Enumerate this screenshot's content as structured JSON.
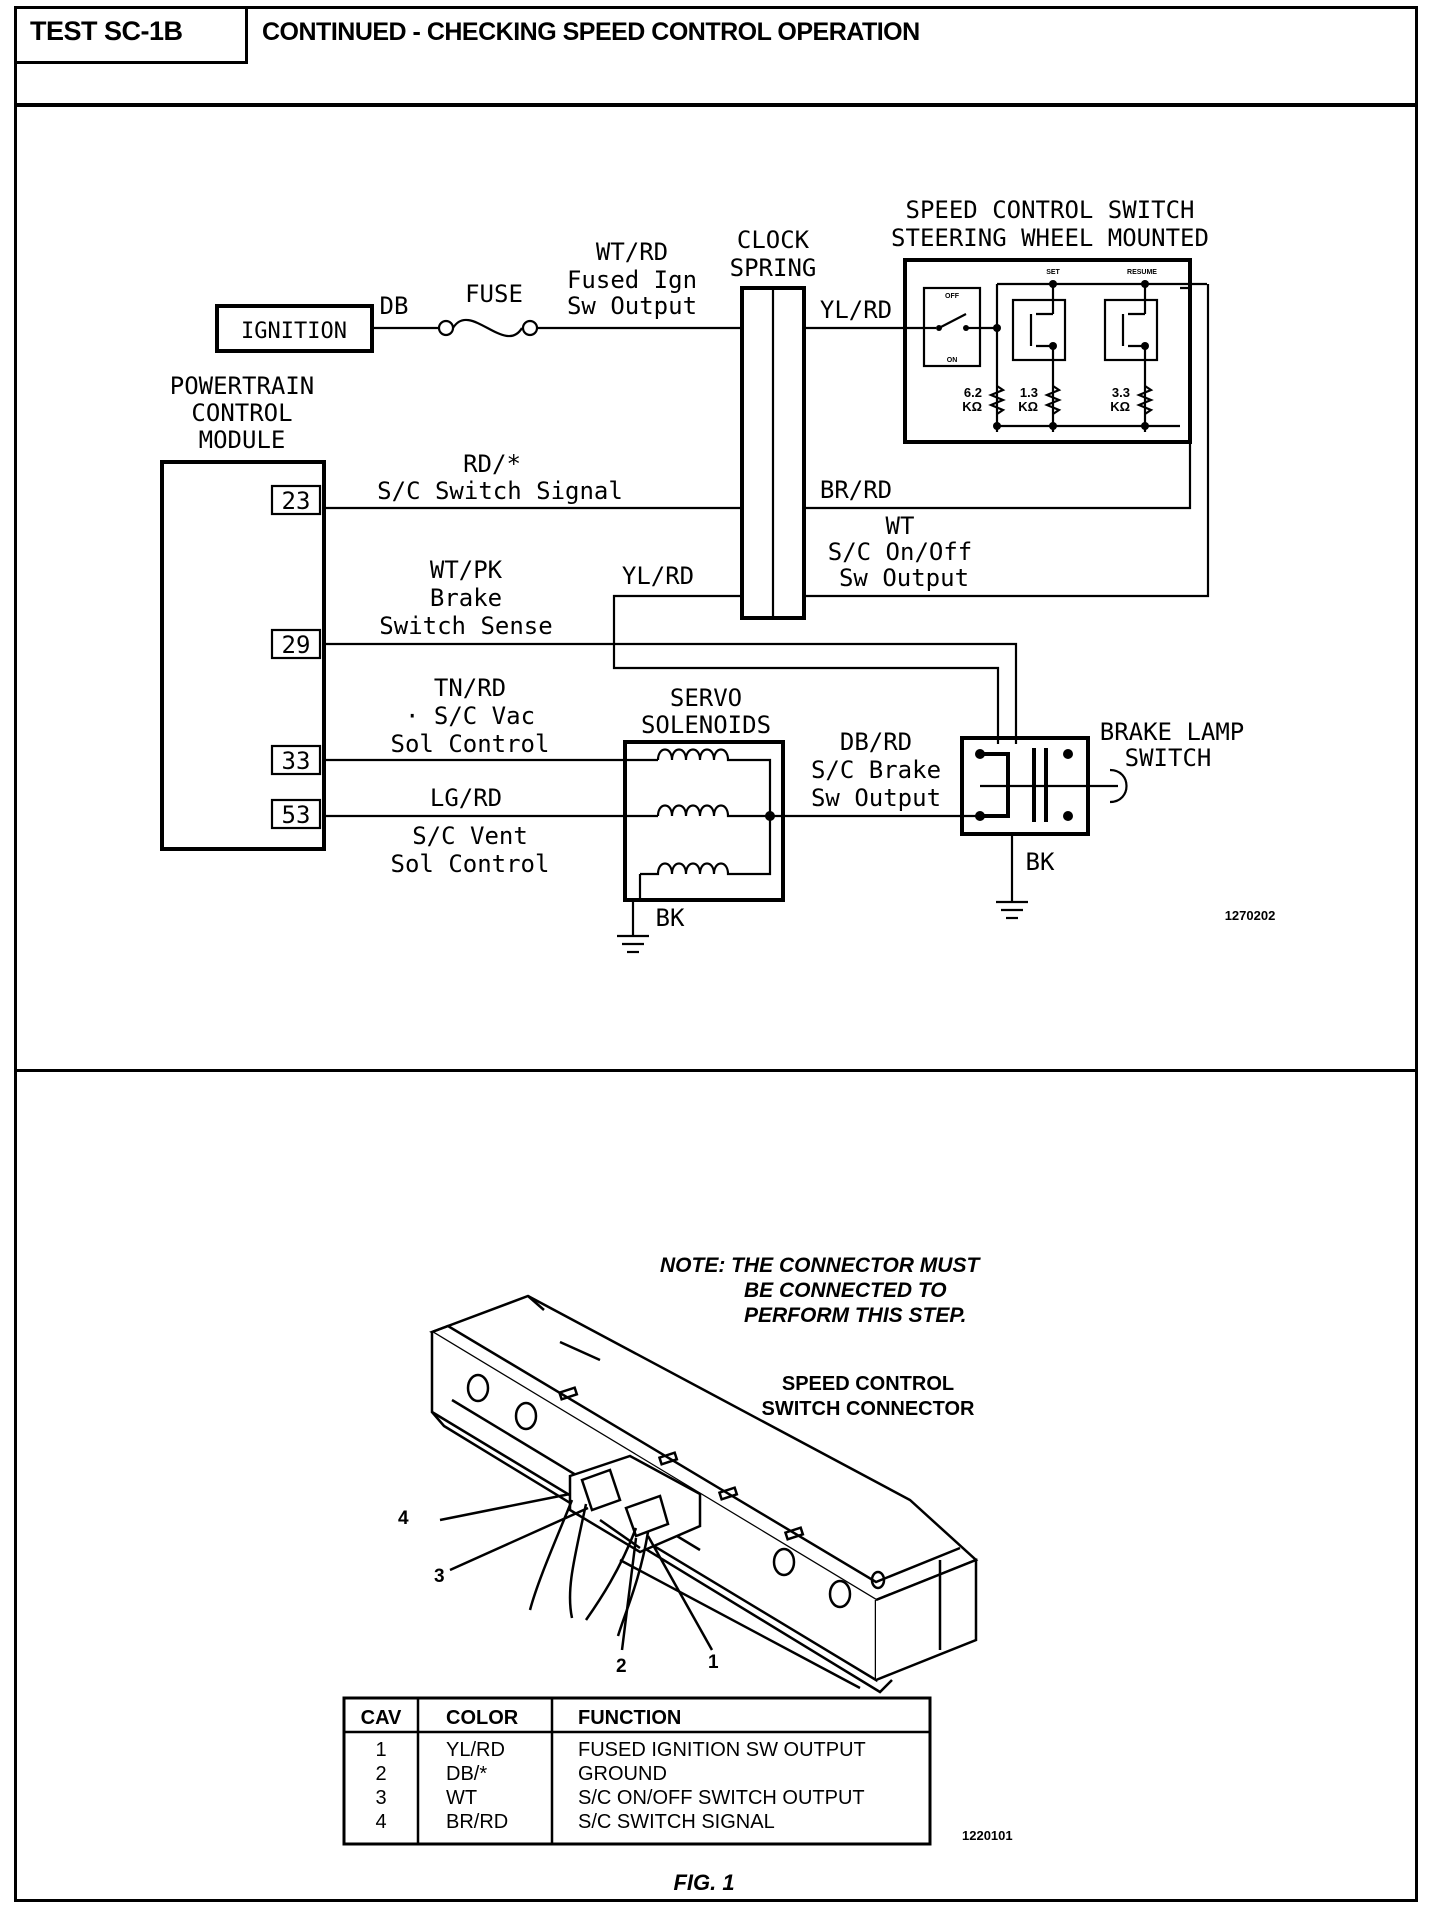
{
  "header": {
    "test_id": "TEST SC-1B",
    "title": "CONTINUED - CHECKING SPEED CONTROL OPERATION"
  },
  "schematic": {
    "ignition": "IGNITION",
    "db": "DB",
    "fuse": "FUSE",
    "fused_ign": [
      "WT/RD",
      "Fused Ign",
      "Sw Output"
    ],
    "clock_spring": [
      "CLOCK",
      "SPRING"
    ],
    "yl_rd_top": "YL/RD",
    "speed_control": [
      "SPEED CONTROL SWITCH",
      "STEERING WHEEL MOUNTED"
    ],
    "sw_labels": {
      "off": "OFF",
      "on": "ON",
      "set": "SET",
      "resume": "RESUME"
    },
    "resistors": [
      "6.2",
      "KΩ",
      "1.3",
      "KΩ",
      "3.3",
      "KΩ"
    ],
    "pcm": [
      "POWERTRAIN",
      "CONTROL",
      "MODULE"
    ],
    "pins": [
      "23",
      "29",
      "33",
      "53"
    ],
    "sc_switch_signal": [
      "RD/*",
      "S/C Switch Signal"
    ],
    "br_rd": "BR/RD",
    "wt_onoff": [
      "WT",
      "S/C On/Off",
      "Sw Output"
    ],
    "brake_sense": [
      "WT/PK",
      "Brake",
      "Switch Sense"
    ],
    "yl_rd_mid": "YL/RD",
    "vac": [
      "TN/RD",
      "· S/C Vac",
      "Sol Control"
    ],
    "servo": [
      "SERVO",
      "SOLENOIDS"
    ],
    "db_rd": [
      "DB/RD",
      "S/C Brake",
      "Sw Output"
    ],
    "brake_lamp": [
      "BRAKE LAMP",
      "SWITCH"
    ],
    "lg_rd": "LG/RD",
    "vent": [
      "S/C Vent",
      "Sol Control"
    ],
    "bk1": "BK",
    "bk2": "BK",
    "fig_num_top": "1270202"
  },
  "figure": {
    "note": [
      "NOTE:  THE CONNECTOR MUST",
      "BE CONNECTED TO",
      "PERFORM THIS STEP."
    ],
    "connector": [
      "SPEED CONTROL",
      "SWITCH CONNECTOR"
    ],
    "callouts": [
      "4",
      "3",
      "2",
      "1"
    ],
    "fig_num": "1220101",
    "caption": "FIG. 1"
  },
  "table": {
    "headers": [
      "CAV",
      "COLOR",
      "FUNCTION"
    ],
    "rows": [
      [
        "1",
        "YL/RD",
        "FUSED IGNITION SW OUTPUT"
      ],
      [
        "2",
        "DB/*",
        "GROUND"
      ],
      [
        "3",
        "WT",
        "S/C ON/OFF SWITCH OUTPUT"
      ],
      [
        "4",
        "BR/RD",
        "S/C SWITCH SIGNAL"
      ]
    ]
  }
}
